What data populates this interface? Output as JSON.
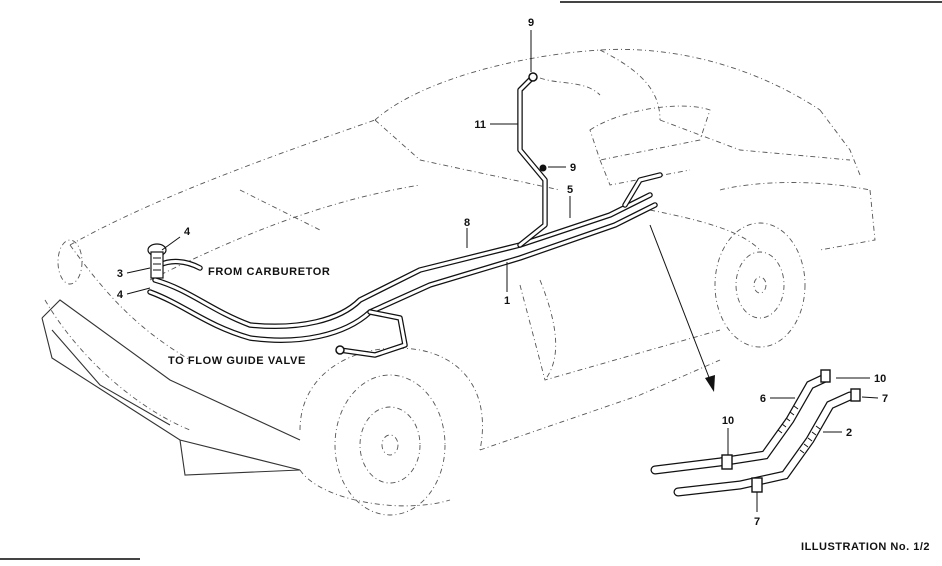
{
  "labels": {
    "from_carburetor": "FROM CARBURETOR",
    "to_flow_guide_valve": "TO FLOW GUIDE VALVE",
    "illustration": "ILLUSTRATION No. 1/2"
  },
  "part_numbers": {
    "p9_top": "9",
    "p11": "11",
    "p9_mid": "9",
    "p5": "5",
    "p8": "8",
    "p1": "1",
    "p4_top": "4",
    "p3": "3",
    "p4_bottom": "4",
    "p10_right": "10",
    "p7_right": "7",
    "p6": "6",
    "p2": "2",
    "p10_left": "10",
    "p7_bottom": "7"
  }
}
